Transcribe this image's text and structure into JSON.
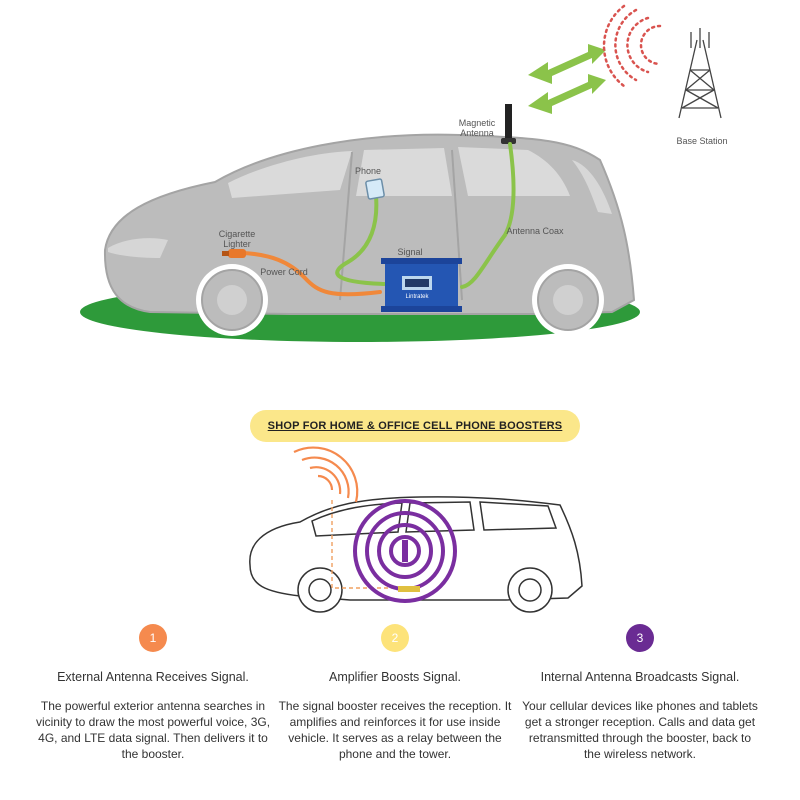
{
  "diagram": {
    "labels": {
      "magnetic_antenna": [
        "Magnetic",
        "Antenna"
      ],
      "base_station": "Base Station",
      "phone": "Phone",
      "cigarette_lighter": [
        "Cigarette",
        "Lighter"
      ],
      "power_cord": "Power Cord",
      "signal": "Signal",
      "antenna_coax": "Antenna Coax",
      "booster_brand": "Lintratek"
    }
  },
  "shop_button": {
    "label": "SHOP FOR HOME & OFFICE CELL PHONE BOOSTERS"
  },
  "steps": [
    {
      "number": "1",
      "color": "#f58a4e",
      "title": "External Antenna Receives Signal.",
      "desc": "The powerful exterior antenna searches in vicinity to draw the most powerful voice, 3G, 4G, and LTE data signal. Then delivers it to the booster."
    },
    {
      "number": "2",
      "color": "#fde37a",
      "title": "Amplifier Boosts Signal.",
      "desc": "The signal booster receives the reception. It amplifies and reinforces it for use inside vehicle. It serves as a relay between the phone and the tower."
    },
    {
      "number": "3",
      "color": "#6a2b93",
      "title": "Internal Antenna Broadcasts Signal.",
      "desc": "Your cellular devices like phones and tablets get a stronger reception. Calls and data get retransmitted through the booster, back to the wireless network."
    }
  ]
}
